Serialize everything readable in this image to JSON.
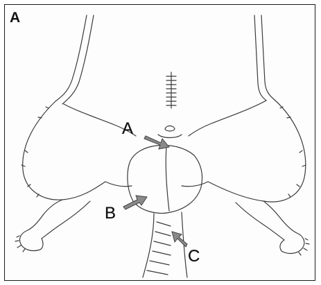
{
  "panel": {
    "letter": "A"
  },
  "labels": {
    "a": "A",
    "b": "B",
    "c": "C"
  },
  "colors": {
    "ink": "#3a3a3a",
    "arrow": "#8a8a8a",
    "arrow_outline": "#444444",
    "frame": "#1a1a1a"
  }
}
